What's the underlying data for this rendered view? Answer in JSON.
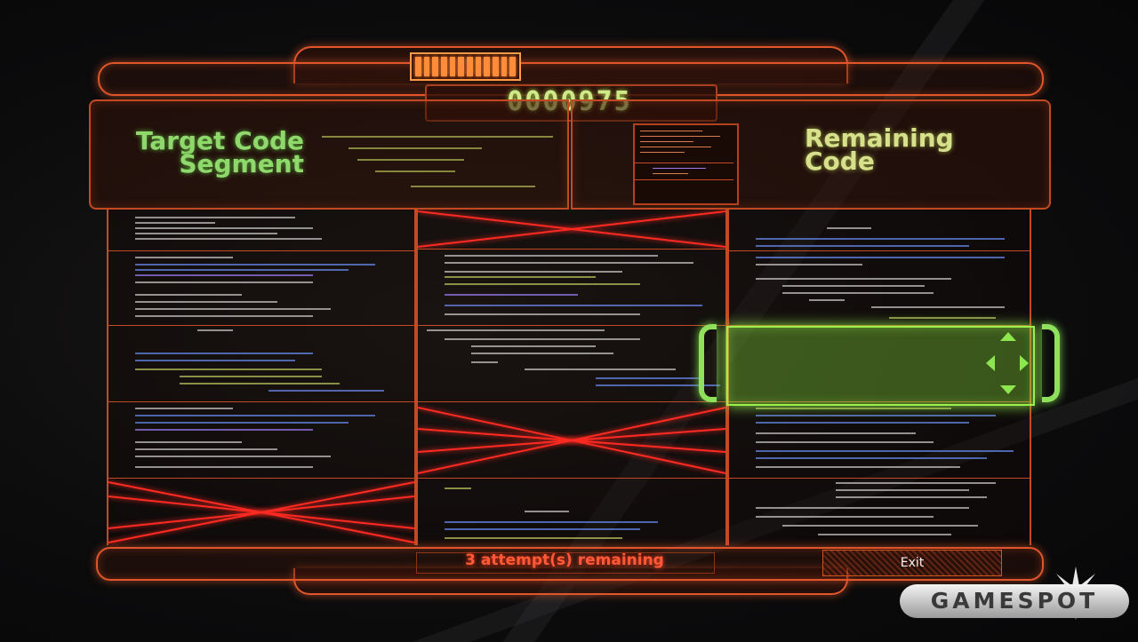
{
  "hud": {
    "score": "0000975",
    "target_title": "Target Code Segment",
    "remaining_title": "Remaining Code",
    "attempts_text": "3 attempt(s) remaining",
    "exit_label": "Exit"
  },
  "watermark": {
    "brand": "GAMESPOT"
  },
  "colors": {
    "frame": "#e0562a",
    "accent_green": "#8ed86c",
    "alert_red": "#ff2a22"
  }
}
